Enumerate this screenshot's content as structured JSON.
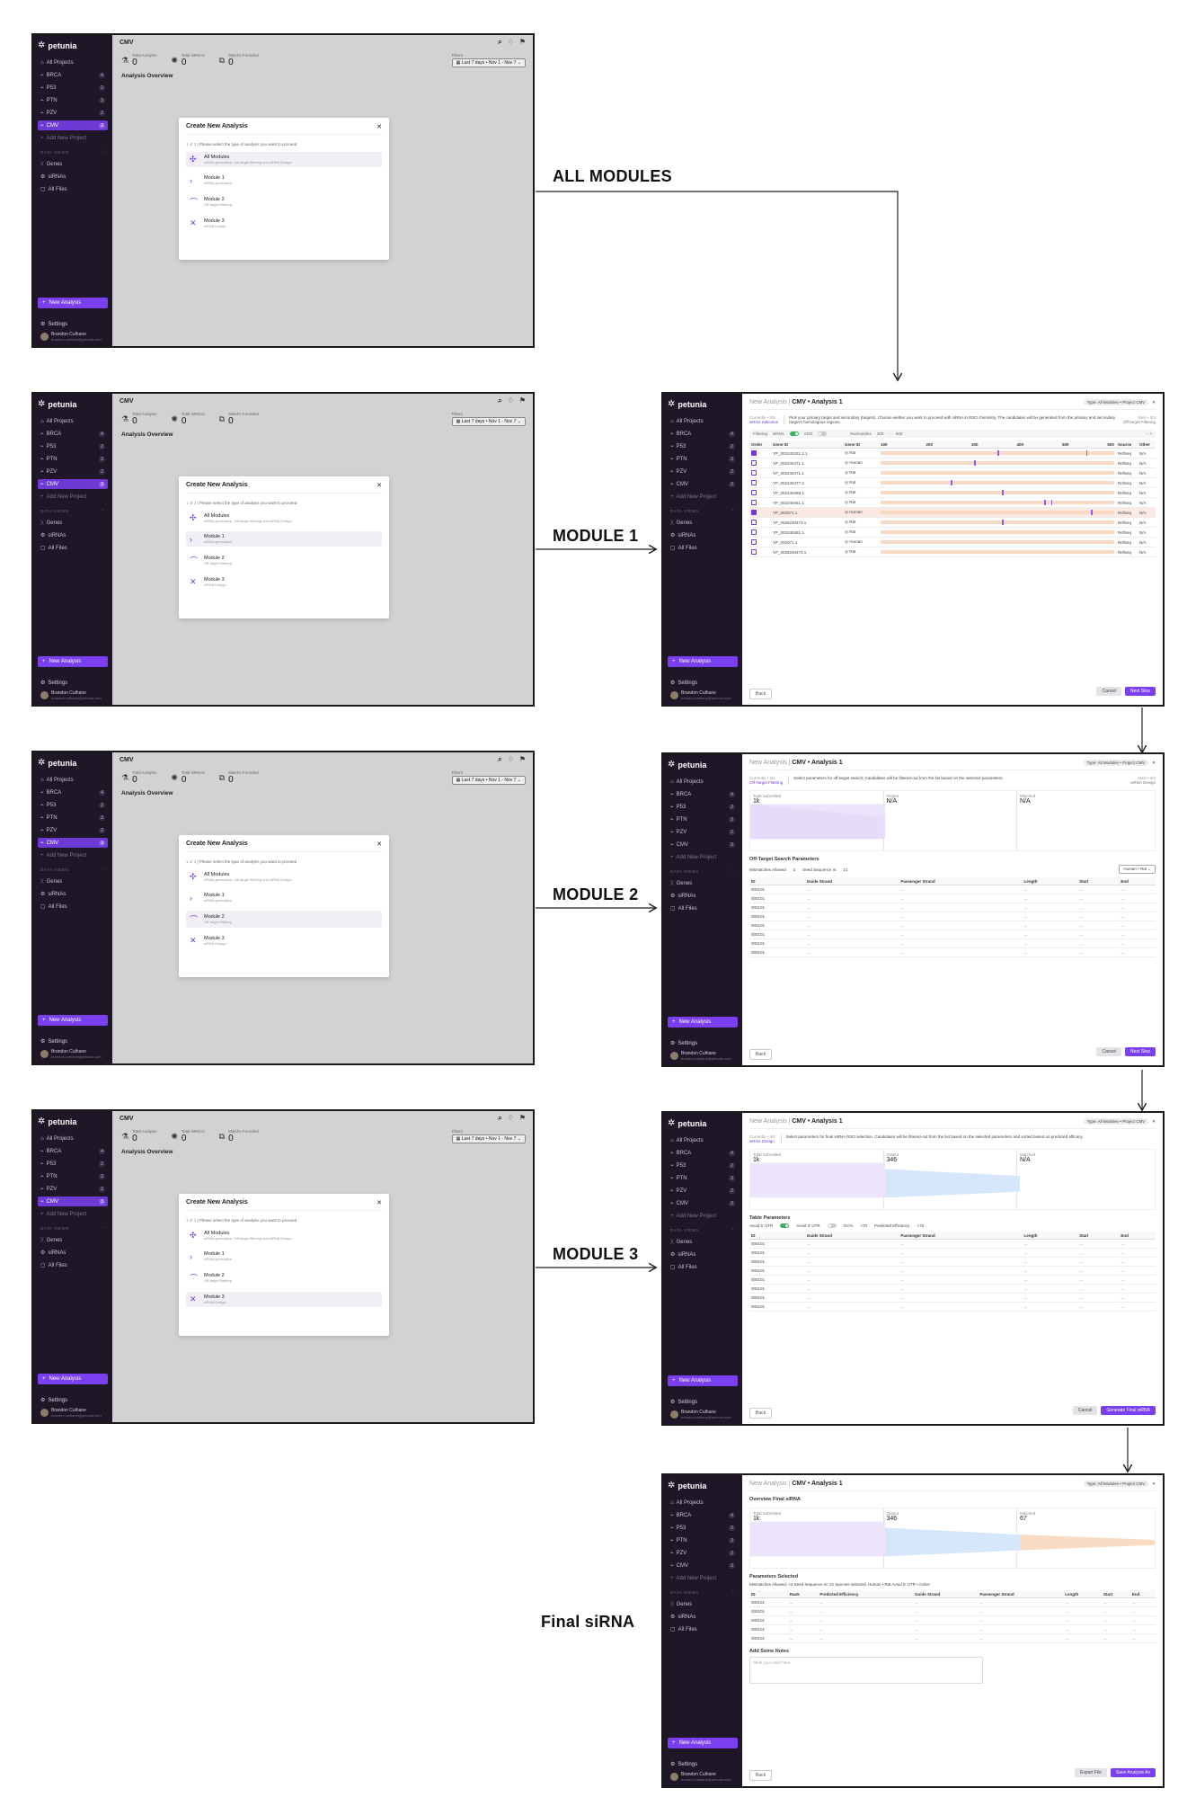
{
  "flow_labels": {
    "all_modules": "ALL MODULES",
    "module1": "MODULE 1",
    "module2": "MODULE 2",
    "module3": "MODULE 3",
    "final": "Final siRNA"
  },
  "app": {
    "logo": "petunia",
    "sidebar": {
      "all_projects": "All Projects",
      "projects": [
        {
          "label": "BRCA",
          "count": "4"
        },
        {
          "label": "P53",
          "count": "2"
        },
        {
          "label": "PTN",
          "count": "3"
        },
        {
          "label": "PZV",
          "count": "2"
        },
        {
          "label": "CMV",
          "count": "3"
        }
      ],
      "add_project": "Add New Project",
      "section": "DATA VIEWS",
      "views": [
        "Genes",
        "siRNAs",
        "All Files"
      ],
      "new_analysis": "New Analysis",
      "settings": "Settings",
      "user_name": "Brandon Culhane",
      "user_email": "brandon.culhane@petunia.com"
    },
    "topbar_title": "CMV",
    "stats": [
      {
        "label": "Total Analysis",
        "value": "0"
      },
      {
        "label": "Total siRNAs",
        "value": "0"
      },
      {
        "label": "Matchs Founded",
        "value": "0"
      }
    ],
    "filter_label": "Filters",
    "filter_value": "Last 7 days • Nov 1 - Nov 7",
    "overview": "Analysis Overview"
  },
  "modal": {
    "title": "Create New Analysis",
    "step": "1 of 2",
    "prompt": "Please select the type of analysis you want to proceed",
    "options": [
      {
        "name": "All Modules",
        "desc": "siRNA generation, Off-target filtering and siRNA Design"
      },
      {
        "name": "Module 1",
        "desc": "siRNA generation"
      },
      {
        "name": "Module 2",
        "desc": "Off-target filtering"
      },
      {
        "name": "Module 3",
        "desc": "siRNA Design"
      }
    ]
  },
  "panel_common": {
    "crumb_prefix": "New Analysis",
    "crumb_title": "CMV • Analysis 1",
    "type_tag": "Type: All Modules • Project CMV",
    "back": "Back",
    "cancel": "Cancel",
    "next": "Next Step"
  },
  "module1": {
    "current": "Currently • 2/4",
    "current_name": "siRNA Selection",
    "desc": "Pick your primary target and secondary (targets). Choose wether you want to proceed with siRNA in RSO chemistry. The candidates will be generated from the primary and secondary target's homologous regions.",
    "next": "Next • 3/4",
    "next_name": "Off-target Filtering",
    "filtering": "Filtering",
    "sirna": "siRNA",
    "aso": "ASO",
    "nucleotides": "Nucleotides",
    "nuc_from": "300",
    "nuc_to": "600",
    "columns": [
      "Order",
      "Gene ID",
      "Gene ID",
      "",
      "Source",
      "Other"
    ],
    "ticks": [
      "100",
      "200",
      "300",
      "400",
      "500",
      "600"
    ],
    "rows": [
      {
        "gene": "YP_002240431.1.1",
        "species": "Rat",
        "source": "RefSeq",
        "other": "N/A",
        "checked": true,
        "marks": [
          0.5,
          0.88
        ]
      },
      {
        "gene": "YP_002240471.1",
        "species": "Human",
        "source": "RefSeq",
        "other": "N/A",
        "checked": false,
        "marks": [
          0.4
        ]
      },
      {
        "gene": "YP_002240471.1",
        "species": "Rat",
        "source": "RefSeq",
        "other": "N/A",
        "checked": false,
        "marks": []
      },
      {
        "gene": "YP_002240477.2",
        "species": "Rat",
        "source": "RefSeq",
        "other": "N/A",
        "checked": false,
        "marks": [
          0.3
        ]
      },
      {
        "gene": "YP_002240468.1",
        "species": "Rat",
        "source": "RefSeq",
        "other": "N/A",
        "checked": false,
        "marks": [
          0.52
        ]
      },
      {
        "gene": "YP_002240451.1",
        "species": "Rat",
        "source": "RefSeq",
        "other": "N/A",
        "checked": false,
        "marks": [
          0.7,
          0.73
        ]
      },
      {
        "gene": "YP_002071.1",
        "species": "Human",
        "source": "RefSeq",
        "other": "N/A",
        "checked": true,
        "marks": [
          0.9
        ],
        "highlight": true
      },
      {
        "gene": "YP_0025240473.1",
        "species": "Rat",
        "source": "RefSeq",
        "other": "N/A",
        "checked": false,
        "marks": [
          0.52
        ]
      },
      {
        "gene": "YP_002240451.1",
        "species": "Rat",
        "source": "RefSeq",
        "other": "N/A",
        "checked": false,
        "marks": []
      },
      {
        "gene": "YP_002071.1",
        "species": "Human",
        "source": "RefSeq",
        "other": "N/A",
        "checked": false,
        "marks": []
      },
      {
        "gene": "YP_0025240473.1",
        "species": "Rat",
        "source": "RefSeq",
        "other": "N/A",
        "checked": false,
        "marks": []
      }
    ]
  },
  "module2": {
    "current": "Currently • 3/4",
    "current_name": "Off-Target Filtering",
    "desc": "Select parameters for off-target search; Candidates will be filtered-out from the list based on the selected parameters.",
    "next": "Next • 4/4",
    "next_name": "siRNA Design",
    "funnel": [
      {
        "label": "Total Submitted",
        "value": "1k"
      },
      {
        "label": "Output",
        "value": "N/A"
      },
      {
        "label": "Matched",
        "value": "N/A"
      }
    ],
    "params_title": "Off-Target Search Parameters",
    "mismatches_label": "Mismatches Allowed",
    "mismatches_value": "2",
    "seed_label": "Seed Sequence nt",
    "seed_value": "21",
    "species_select": "Human • Rat",
    "columns": [
      "ID",
      "Guide Strand",
      "Passenger Strand",
      "Length",
      "Start",
      "End"
    ],
    "row_id": "000101",
    "row_placeholder": "..."
  },
  "module3": {
    "current": "Currently • 4/4",
    "current_name": "siRNA Design",
    "desc": "Select parameters for final siRNA RSO selection. Candidates will be filtered-out from the list based on the selected parameters and sorted based on predicted efficacy.",
    "funnel": [
      {
        "label": "Total Submitted",
        "value": "1k"
      },
      {
        "label": "Output",
        "value": "346"
      },
      {
        "label": "Matched",
        "value": "N/A"
      }
    ],
    "params_title": "Table Parameters",
    "avoid5": "Avoid 5' UTR",
    "avoid3": "Avoid 3' UTR",
    "gc": "GC%",
    "gc_value": ">70",
    "pred_label": "Predicted Efficiency",
    "pred_value": ">70",
    "columns": [
      "ID",
      "Guide Strand",
      "Passenger Strand",
      "Length",
      "Start",
      "End"
    ],
    "generate": "Generate Final siRNA"
  },
  "final": {
    "overview": "Overview Final siRNA",
    "funnel": [
      {
        "label": "Total Submitted",
        "value": "1k"
      },
      {
        "label": "Output",
        "value": "346"
      },
      {
        "label": "Matched",
        "value": "67"
      }
    ],
    "params_title": "Parameters Selected",
    "params_line": "Mismatches Allowed: >2   Seed Sequence nt: 21   Species selected: Human • Rat   Avoid 5' UTR • Active",
    "columns": [
      "ID",
      "Rank",
      "Predicted Efficiency",
      "Guide Strand",
      "Passenger Strand",
      "Length",
      "Start",
      "End"
    ],
    "notes_title": "Add Some Notes",
    "notes_placeholder": "Write you notes here",
    "export": "Export File",
    "save": "Save Analysis As"
  }
}
